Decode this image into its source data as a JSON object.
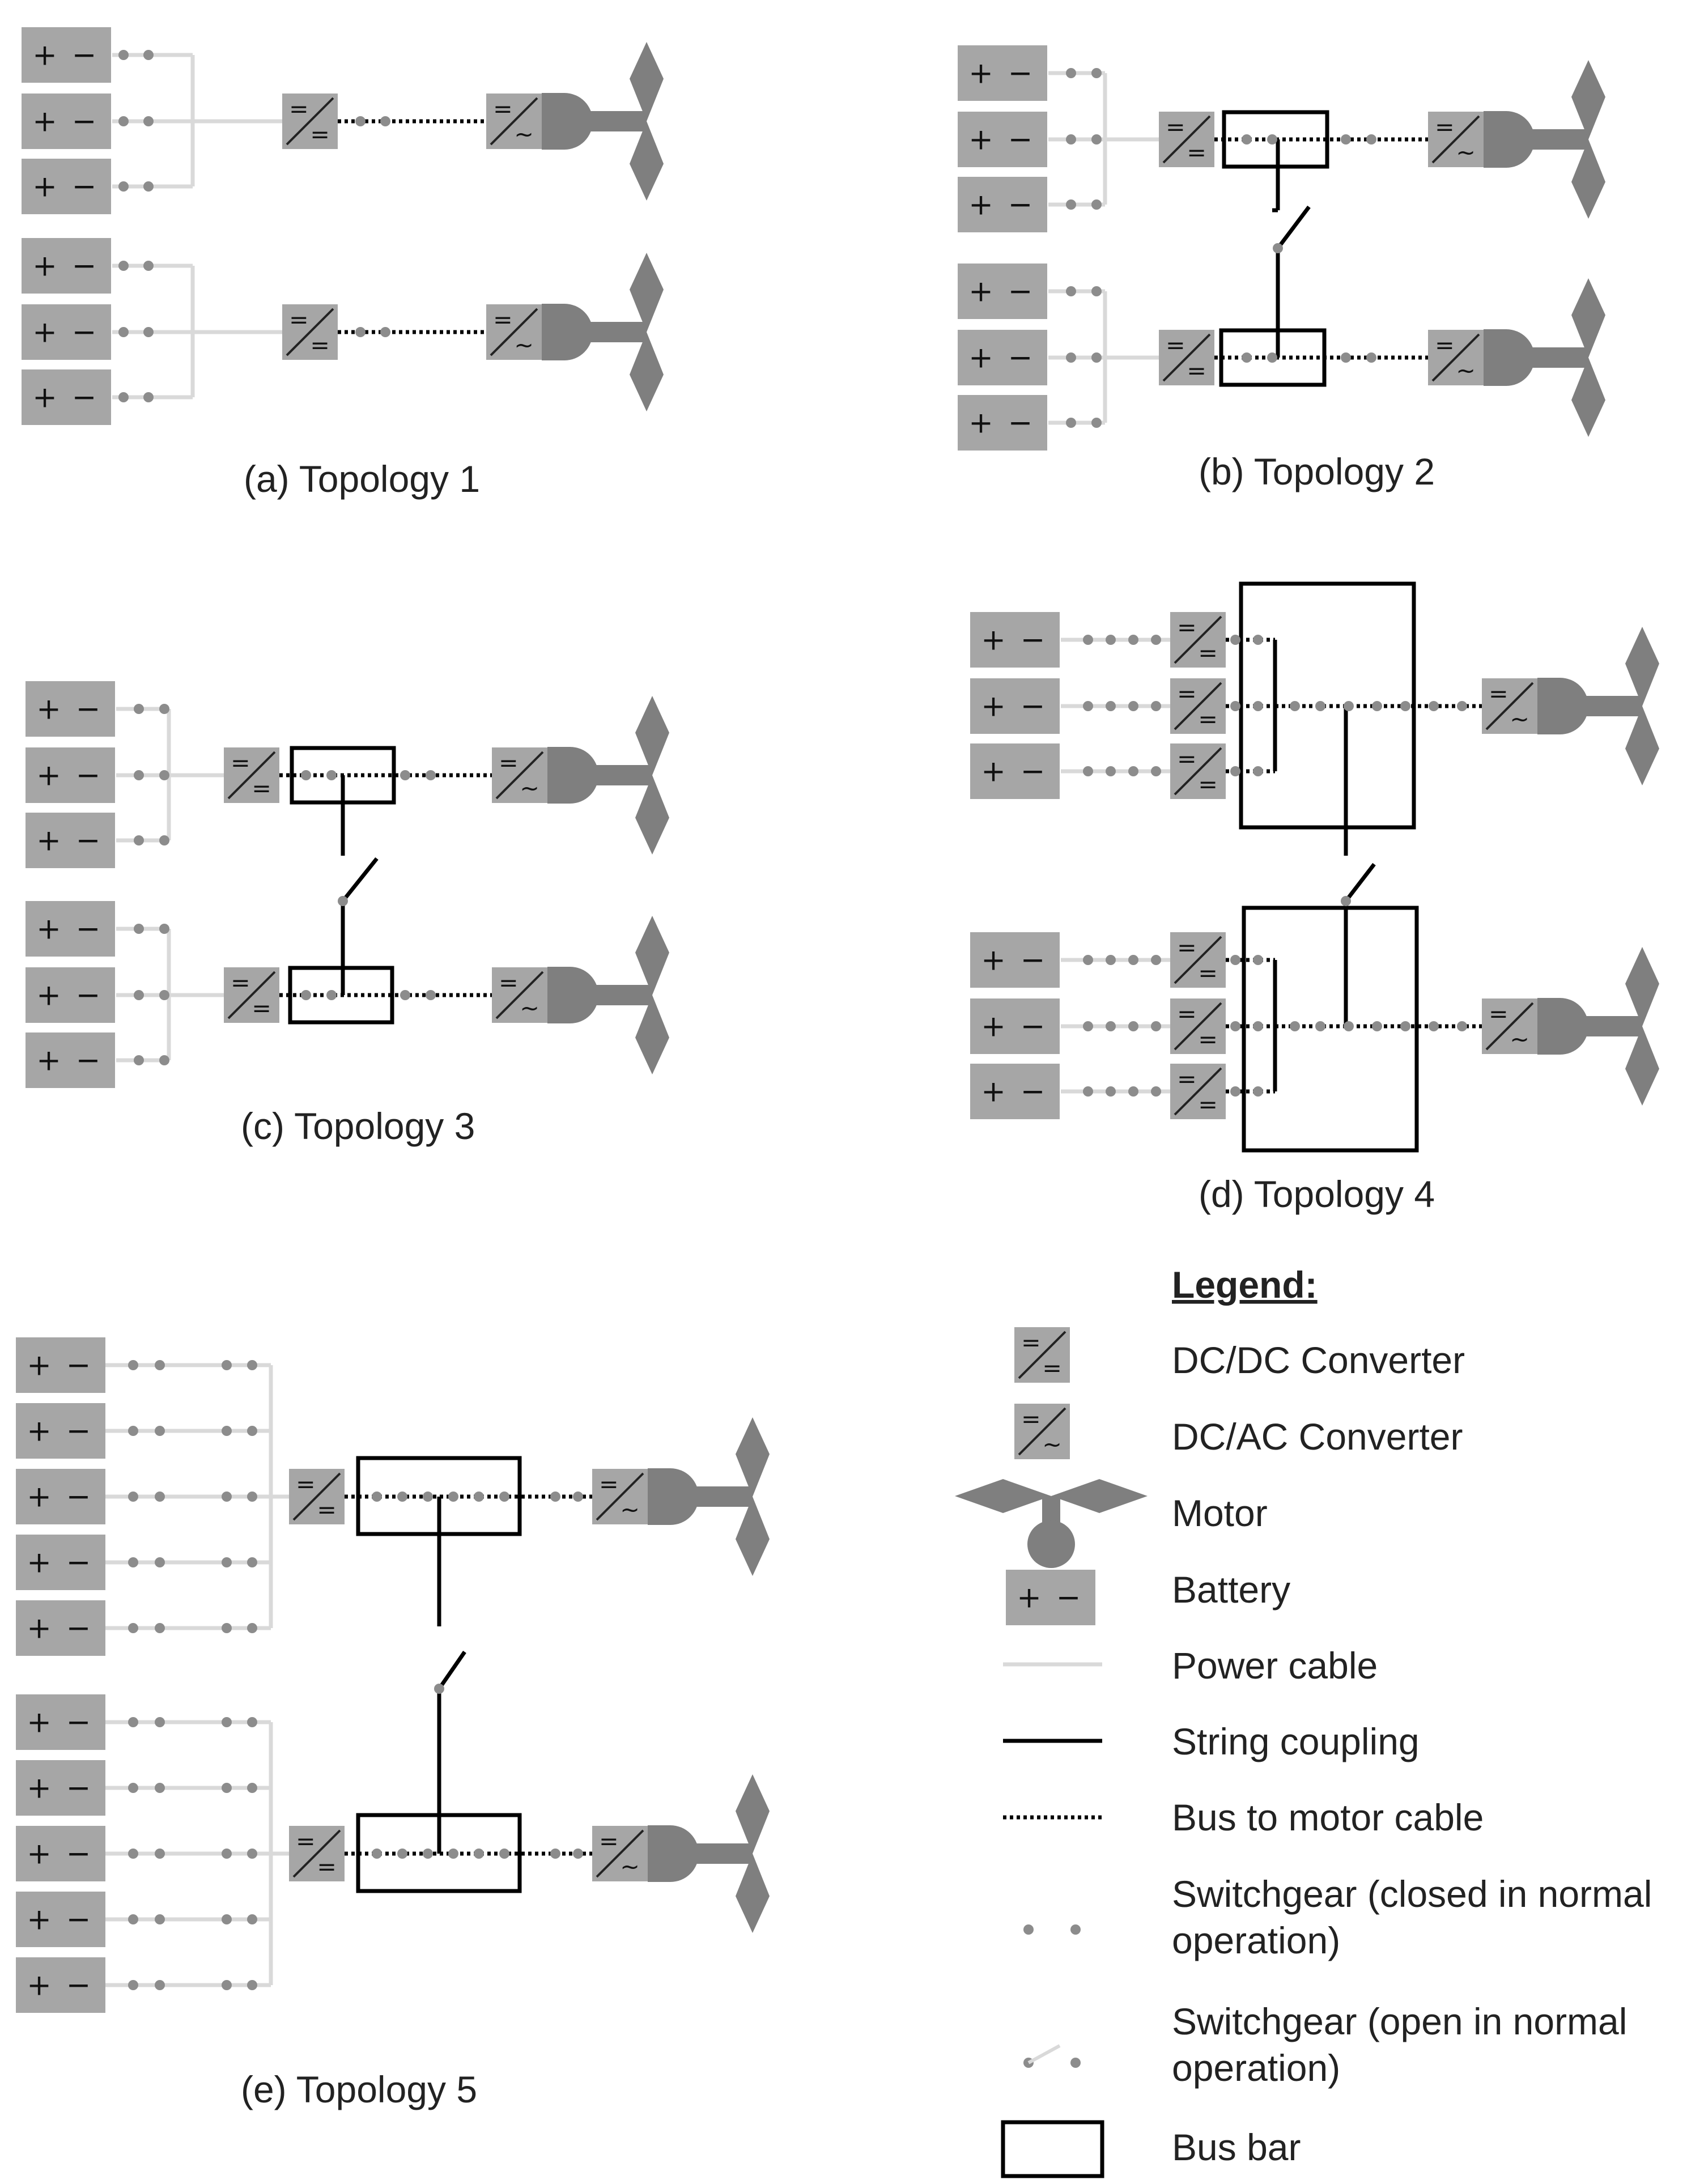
{
  "captions": {
    "t1": "(a) Topology 1",
    "t2": "(b) Topology 2",
    "t3": "(c) Topology 3",
    "t4": "(d) Topology 4",
    "t5": "(e) Topology 5"
  },
  "legend": {
    "title": "Legend:",
    "items": [
      {
        "label": "DC/DC Converter",
        "icon": "dc-dc-converter-icon"
      },
      {
        "label": "DC/AC Converter",
        "icon": "dc-ac-converter-icon"
      },
      {
        "label": "Motor",
        "icon": "motor-icon"
      },
      {
        "label": "Battery",
        "icon": "battery-icon"
      },
      {
        "label": "Power cable",
        "icon": "power-cable-icon"
      },
      {
        "label": "String coupling",
        "icon": "string-coupling-icon"
      },
      {
        "label": "Bus to motor cable",
        "icon": "bus-to-motor-cable-icon"
      },
      {
        "label": "Switchgear (closed in normal",
        "label_line2": "operation)",
        "icon": "switchgear-closed-icon"
      },
      {
        "label": "Switchgear (open in normal",
        "label_line2": "operation)",
        "icon": "switchgear-open-icon"
      },
      {
        "label": "Bus bar",
        "icon": "bus-bar-icon"
      }
    ]
  },
  "symbols": {
    "battery_plus": "+",
    "battery_minus": "−",
    "dc_sym": "=",
    "ac_sym": "~"
  },
  "colors": {
    "component_fill": "#a6a6a6",
    "motor_fill": "#7f7f7f",
    "power_cable": "#d9d9d9",
    "switch_dot": "#8c8c8c",
    "line_black": "#000000"
  }
}
